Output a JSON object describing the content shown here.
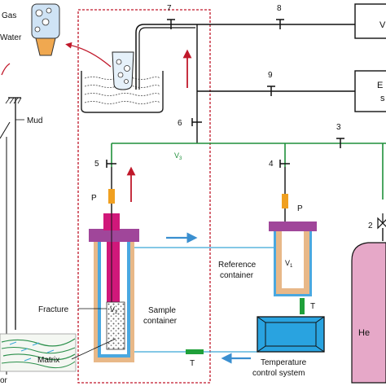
{
  "labels": {
    "gas": "Gas",
    "water": "Water",
    "mud": "Mud",
    "fracture": "Fracture",
    "matrix": "Matrix",
    "partial_left": "or",
    "v1": "V",
    "v1_sub": "1",
    "v2": "V",
    "v2_sub": "2",
    "v3": "V",
    "v3_sub": "3",
    "p_sample": "P",
    "p_reference": "P",
    "sample_container_line1": "Sample",
    "sample_container_line2": "container",
    "reference_container_line1": "Reference",
    "reference_container_line2": "container",
    "temperature_control_line1": "Temperature",
    "temperature_control_line2": "control system",
    "t_reference": "T",
    "t_sample": "T",
    "he": "He",
    "box_top_partial": "V",
    "box_mid_partial_line1": "E",
    "box_mid_partial_line2": "s"
  },
  "valves": {
    "v2": "2",
    "v3": "3",
    "v4": "4",
    "v5": "5",
    "v6": "6",
    "v7": "7",
    "v8": "8",
    "v9": "9"
  },
  "colors": {
    "gas_line": "#1a1a1a",
    "green_line": "#1f8f3a",
    "blue_line": "#3aa8d8",
    "flow_arrow": "#3a8fd0",
    "rise_arrow": "#c0182a",
    "dashed_box": "#c0182a",
    "sample_core": "#d0187a",
    "cap": "#a0469a",
    "he_cylinder": "#e6a8c8",
    "temp_box": "#29a3e0",
    "orange_port": "#f0a020",
    "green_port": "#1fa03a",
    "jacket": "#e8b888",
    "liner": "#4aa8e0"
  }
}
